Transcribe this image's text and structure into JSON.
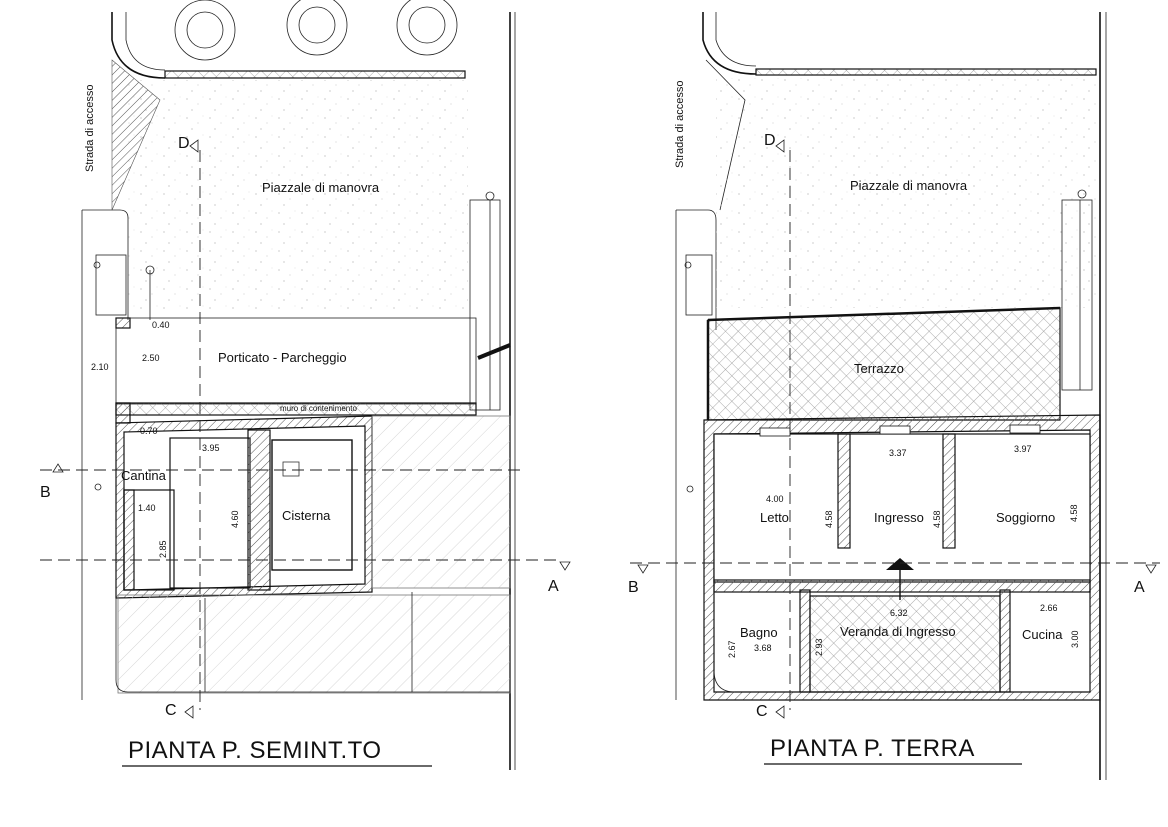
{
  "left_plan": {
    "title": "PIANTA   P. SEMINT.TO",
    "road_label": "Strada di accesso",
    "rooms": {
      "piazzale": "Piazzale di manovra",
      "porticato": "Porticato - Parcheggio",
      "muro": "muro di contenimento",
      "cantina": "Cantina",
      "cisterna": "Cisterna"
    },
    "dims": {
      "d040": "0.40",
      "d250": "2.50",
      "d210": "2.10",
      "d070": "0.70",
      "d395": "3.95",
      "d140": "1.40",
      "d460": "4.60",
      "d285": "2.85"
    },
    "sections": {
      "a": "A",
      "b": "B",
      "c": "C",
      "d": "D"
    }
  },
  "right_plan": {
    "title": "PIANTA   P. TERRA",
    "road_label": "Strada di accesso",
    "rooms": {
      "piazzale": "Piazzale di manovra",
      "terrazzo": "Terrazzo",
      "letto": "Letto",
      "ingresso": "Ingresso",
      "soggiorno": "Soggiorno",
      "bagno": "Bagno",
      "veranda": "Veranda di Ingresso",
      "cucina": "Cucina"
    },
    "dims": {
      "d400": "4.00",
      "d458a": "4.58",
      "d337": "3.37",
      "d458b": "4.58",
      "d397": "3.97",
      "d458c": "4.58",
      "d632": "6.32",
      "d266": "2.66",
      "d267": "2.67",
      "d368": "3.68",
      "d293": "2.93",
      "d300": "3.00"
    },
    "sections": {
      "a": "A",
      "b": "B",
      "c": "C",
      "d": "D"
    }
  }
}
